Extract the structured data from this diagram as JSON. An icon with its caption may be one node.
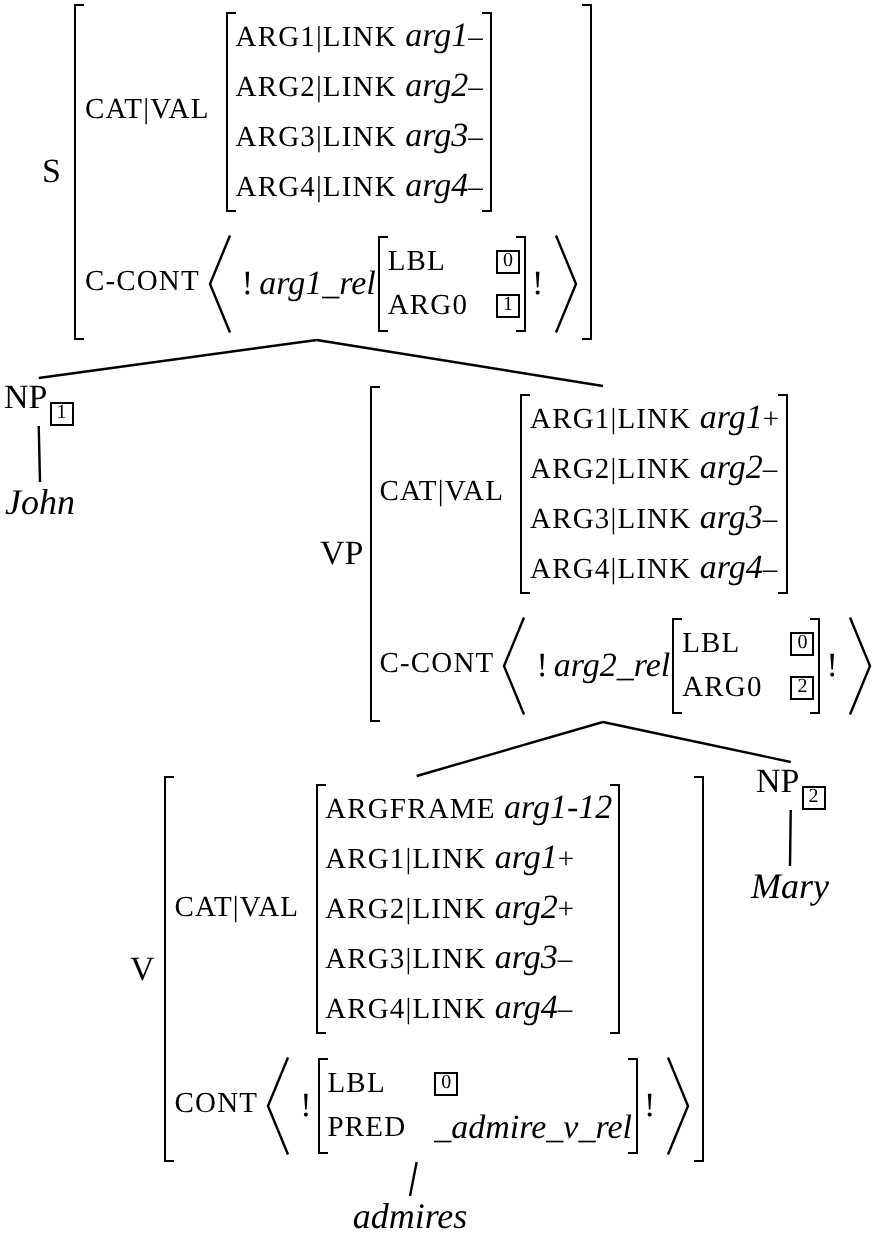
{
  "diagram": {
    "nodes": [
      {
        "text": [
          "S",
          "CAT|VAL",
          "C-CONT",
          "!",
          "arg1_rel",
          "!"
        ]
      },
      {
        "text": [
          "ARG1|LINK *arg1*–",
          "ARG2|LINK *arg2*–",
          "ARG3|LINK *arg3*–",
          "ARG4|LINK *arg4*–"
        ],
        "in": 0
      },
      {
        "text": [
          "LBL",
          "ARG0"
        ],
        "in": 0
      },
      {
        "text": [
          "0"
        ],
        "in": 2
      },
      {
        "text": [
          "1"
        ],
        "in": 2
      },
      {
        "text": [
          "NP"
        ]
      },
      {
        "text": [
          "1"
        ],
        "in": 5
      },
      {
        "text": [
          "John"
        ]
      },
      {
        "text": [
          "VP",
          "CAT|VAL",
          "C-CONT",
          "!",
          "arg2_rel",
          "!"
        ]
      },
      {
        "text": [
          "ARG1|LINK *arg1*+",
          "ARG2|LINK *arg2*–",
          "ARG3|LINK *arg3*–",
          "ARG4|LINK *arg4*–"
        ],
        "in": 8
      },
      {
        "text": [
          "LBL",
          "ARG0"
        ],
        "in": 8
      },
      {
        "text": [
          "0"
        ],
        "in": 10
      },
      {
        "text": [
          "2"
        ],
        "in": 10
      },
      {
        "text": [
          "V",
          "CAT|VAL",
          "CONT",
          "!",
          "!"
        ]
      },
      {
        "text": [
          "ARGFRAME *arg1-12*",
          "ARG1|LINK *arg1*+",
          "ARG2|LINK *arg2*+",
          "ARG3|LINK *arg3*–",
          "ARG4|LINK *arg4*–"
        ],
        "in": 13
      },
      {
        "text": [
          "LBL",
          "PRED",
          "_admire_v_rel"
        ],
        "in": 13
      },
      {
        "text": [
          "0"
        ],
        "in": 15
      },
      {
        "text": [
          "NP"
        ]
      },
      {
        "text": [
          "2"
        ],
        "in": 17
      },
      {
        "text": [
          "Mary"
        ]
      },
      {
        "text": [
          "admires"
        ]
      }
    ],
    "edges": [
      {
        "from": 0,
        "to": 5,
        "arrow": "none"
      },
      {
        "from": 0,
        "to": 8,
        "arrow": "none"
      },
      {
        "from": 5,
        "to": 7,
        "arrow": "none"
      },
      {
        "from": 8,
        "to": 13,
        "arrow": "none"
      },
      {
        "from": 8,
        "to": 17,
        "arrow": "none"
      },
      {
        "from": 17,
        "to": 19,
        "arrow": "none"
      },
      {
        "from": 13,
        "to": 20,
        "arrow": "none"
      }
    ]
  }
}
